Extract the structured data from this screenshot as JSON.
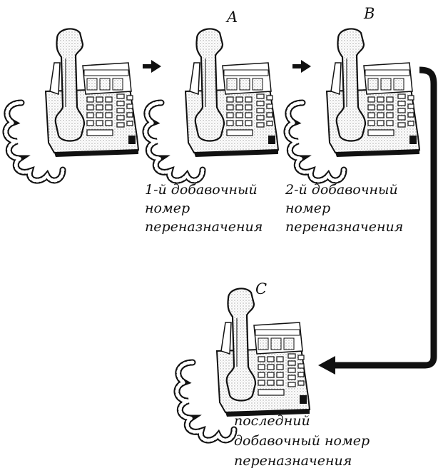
{
  "phones": [
    {
      "letter": "",
      "caption": []
    },
    {
      "letter": "A",
      "caption": [
        "1-й добавочный",
        "номер",
        "переназначения"
      ]
    },
    {
      "letter": "B",
      "caption": [
        "2-й добавочный",
        "номер",
        "переназначения"
      ]
    },
    {
      "letter": "C",
      "caption": [
        "последний",
        "добавочный номер",
        "переназначения"
      ]
    }
  ],
  "colors": {
    "ink": "#111111",
    "paper": "#ffffff",
    "shade": "#d8d8d8"
  }
}
